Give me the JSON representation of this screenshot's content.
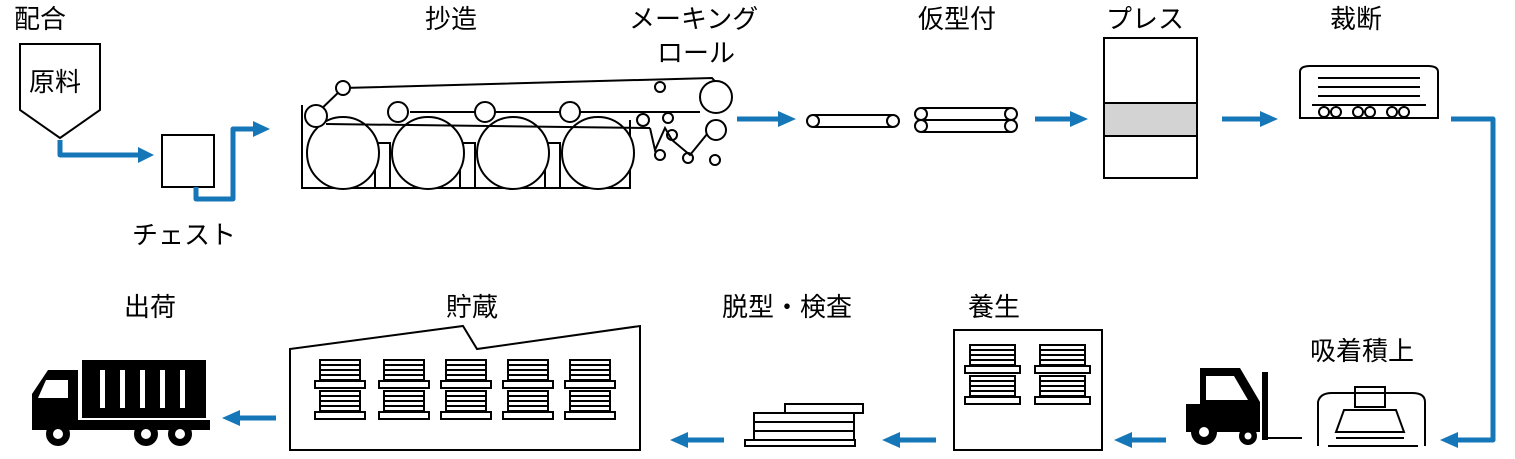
{
  "colors": {
    "flow": "#1577b8",
    "line": "#000000",
    "press_band": "#d3d3d3"
  },
  "labels": {
    "mixing": "配合",
    "raw_material": "原料",
    "chest": "チェスト",
    "papermaking": "抄造",
    "making_roll_line1": "メーキング",
    "making_roll_line2": "ロール",
    "temporary_forming": "仮型付",
    "press": "プレス",
    "cutting": "裁断",
    "suction_stacking": "吸着積上",
    "curing": "養生",
    "demolding_inspection": "脱型・検査",
    "storage": "貯蔵",
    "shipping": "出荷"
  }
}
